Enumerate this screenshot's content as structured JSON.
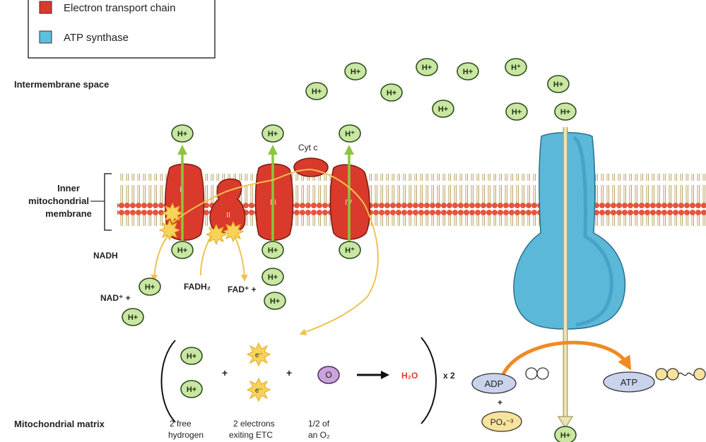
{
  "legend": {
    "items": [
      {
        "label": "Electron transport chain",
        "color": "#d93a2b"
      },
      {
        "label": "ATP synthase",
        "color": "#5bc0de"
      }
    ]
  },
  "regions": {
    "intermembrane": "Intermembrane space",
    "inner_membrane": [
      "Inner",
      "mitochondrial",
      "membrane"
    ],
    "matrix": "Mitochondrial matrix"
  },
  "complexes": [
    "I",
    "II",
    "III",
    "IV"
  ],
  "cyt_c": "Cyt c",
  "ion_label": "H+",
  "ion_label_alt": "H⁺",
  "inputs": {
    "nadh": "NADH",
    "nad": "NAD⁺ +",
    "fadh2": "FADH₂",
    "fad": "FAD⁺ +"
  },
  "reaction": {
    "electron": "e⁻",
    "oxygen": "O",
    "plus": "+",
    "water": "H₂O",
    "times": "x 2",
    "captions": [
      [
        "2 free",
        "hydrogen"
      ],
      [
        "2 electrons",
        "exiting ETC"
      ],
      [
        "1/2 of",
        "an O₂"
      ]
    ]
  },
  "atp_synthesis": {
    "adp": "ADP",
    "plus": "+",
    "po4": "PO₄⁻³",
    "atp": "ATP"
  },
  "colors": {
    "proton_fill": "#c9e7a3",
    "proton_stroke": "#2d4d1a",
    "etc_red": "#d93a2b",
    "synthase_blue": "#5bb8d9",
    "membrane_head": "#e0573c",
    "arrow_green": "#8cc63f",
    "arrow_yellow": "#f2c14e",
    "arrow_orange": "#f08a24",
    "water_red": "#e03a2b",
    "oxygen_purple": "#c9a3d9",
    "adp_fill": "#c9d3ec",
    "po4_fill": "#f7e39a"
  }
}
